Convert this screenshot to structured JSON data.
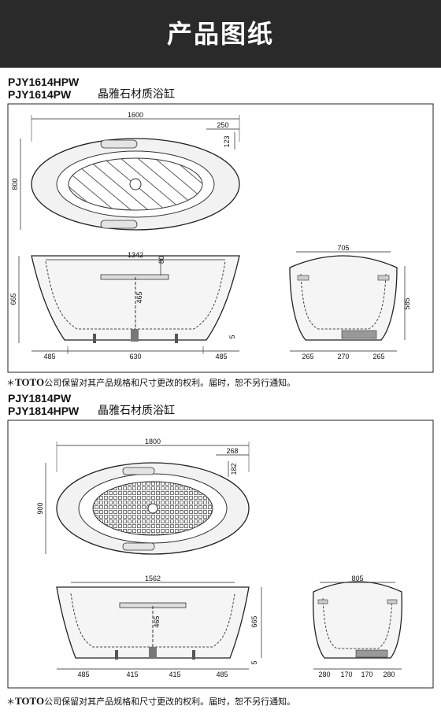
{
  "header": {
    "title": "产品图纸"
  },
  "section1": {
    "models": [
      "PJY1614HPW",
      "PJY1614PW"
    ],
    "subtitle": "晶雅石材质浴缸",
    "top_view": {
      "length": "1600",
      "width": "800",
      "a": "250",
      "b": "123"
    },
    "side_view": {
      "inner": "1342",
      "rim": "80",
      "height": "665",
      "depth": "465",
      "foot": "5",
      "seg1": "485",
      "seg2": "630",
      "seg3": "485"
    },
    "end_view": {
      "width": "705",
      "height": "585",
      "seg1": "265",
      "seg2": "270",
      "seg3": "265"
    },
    "note_brand": "TOTO",
    "note_text": "公司保留对其产品规格和尺寸更改的权利。届时，恕不另行通知。"
  },
  "section2": {
    "models": [
      "PJY1814PW",
      "PJY1814HPW"
    ],
    "subtitle": "晶雅石材质浴缸",
    "top_view": {
      "length": "1800",
      "width": "900",
      "a": "268",
      "b": "182"
    },
    "side_view": {
      "inner": "1562",
      "height": "665",
      "depth": "465",
      "foot": "5",
      "seg1": "485",
      "seg2": "415",
      "seg3": "415",
      "seg4": "485"
    },
    "end_view": {
      "width": "805",
      "seg1": "280",
      "seg2": "170",
      "seg3": "170",
      "seg4": "280"
    },
    "note_brand": "TOTO",
    "note_text": "公司保留对其产品规格和尺寸更改的权利。届时，恕不另行通知。"
  }
}
